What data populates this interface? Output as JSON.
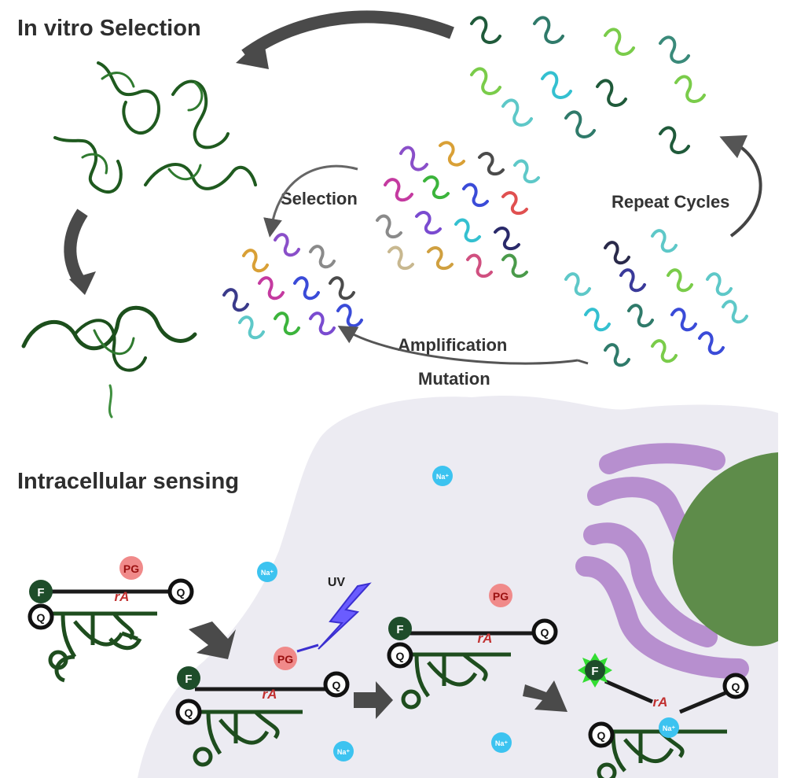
{
  "sections": {
    "top_title": "In vitro Selection",
    "bottom_title": "Intracellular sensing"
  },
  "cycle_labels": {
    "selection": "Selection",
    "repeat": "Repeat Cycles",
    "amplification": "Amplification",
    "mutation": "Mutation"
  },
  "probe_labels": {
    "fluorophore": "F",
    "quencher": "Q",
    "cleavage_site": "rA",
    "protecting_group": "PG",
    "uv": "UV",
    "metal_ion": "Na⁺"
  },
  "colors": {
    "cell": "#ecebf2",
    "nucleus": "#5e8c4a",
    "er": "#b78fcf",
    "dna_strand": "#1e4d1e",
    "pg": "#f08a8a",
    "uv": "#6a5cff",
    "ion": "#3cc3f0",
    "fluor_on": "#33dd33"
  }
}
